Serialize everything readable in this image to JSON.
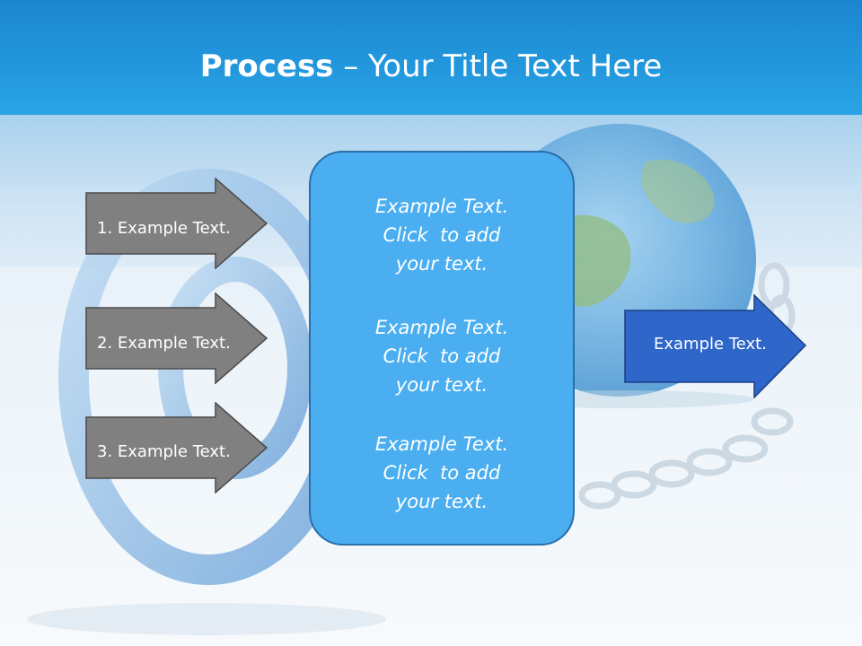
{
  "title": {
    "bold": "Process",
    "rest": " – Your Title Text Here"
  },
  "left_arrows": [
    {
      "label": "1. Example Text."
    },
    {
      "label": "2. Example Text."
    },
    {
      "label": "3. Example Text."
    }
  ],
  "center_box": {
    "paragraphs": [
      {
        "lines": [
          "Example Text.",
          "Click  to add",
          "your text."
        ]
      },
      {
        "lines": [
          "Example Text.",
          "Click  to add",
          "your text."
        ]
      },
      {
        "lines": [
          "Example Text.",
          "Click  to add",
          "your text."
        ]
      }
    ]
  },
  "right_arrow": {
    "label": "Example Text."
  },
  "colors": {
    "header": "#1b86cf",
    "gray_arrow": "#808080",
    "box_fill": "#4aaef0",
    "right_arrow": "#2e66c9"
  },
  "icons": [
    "at-sign-symbol",
    "globe",
    "chain"
  ]
}
